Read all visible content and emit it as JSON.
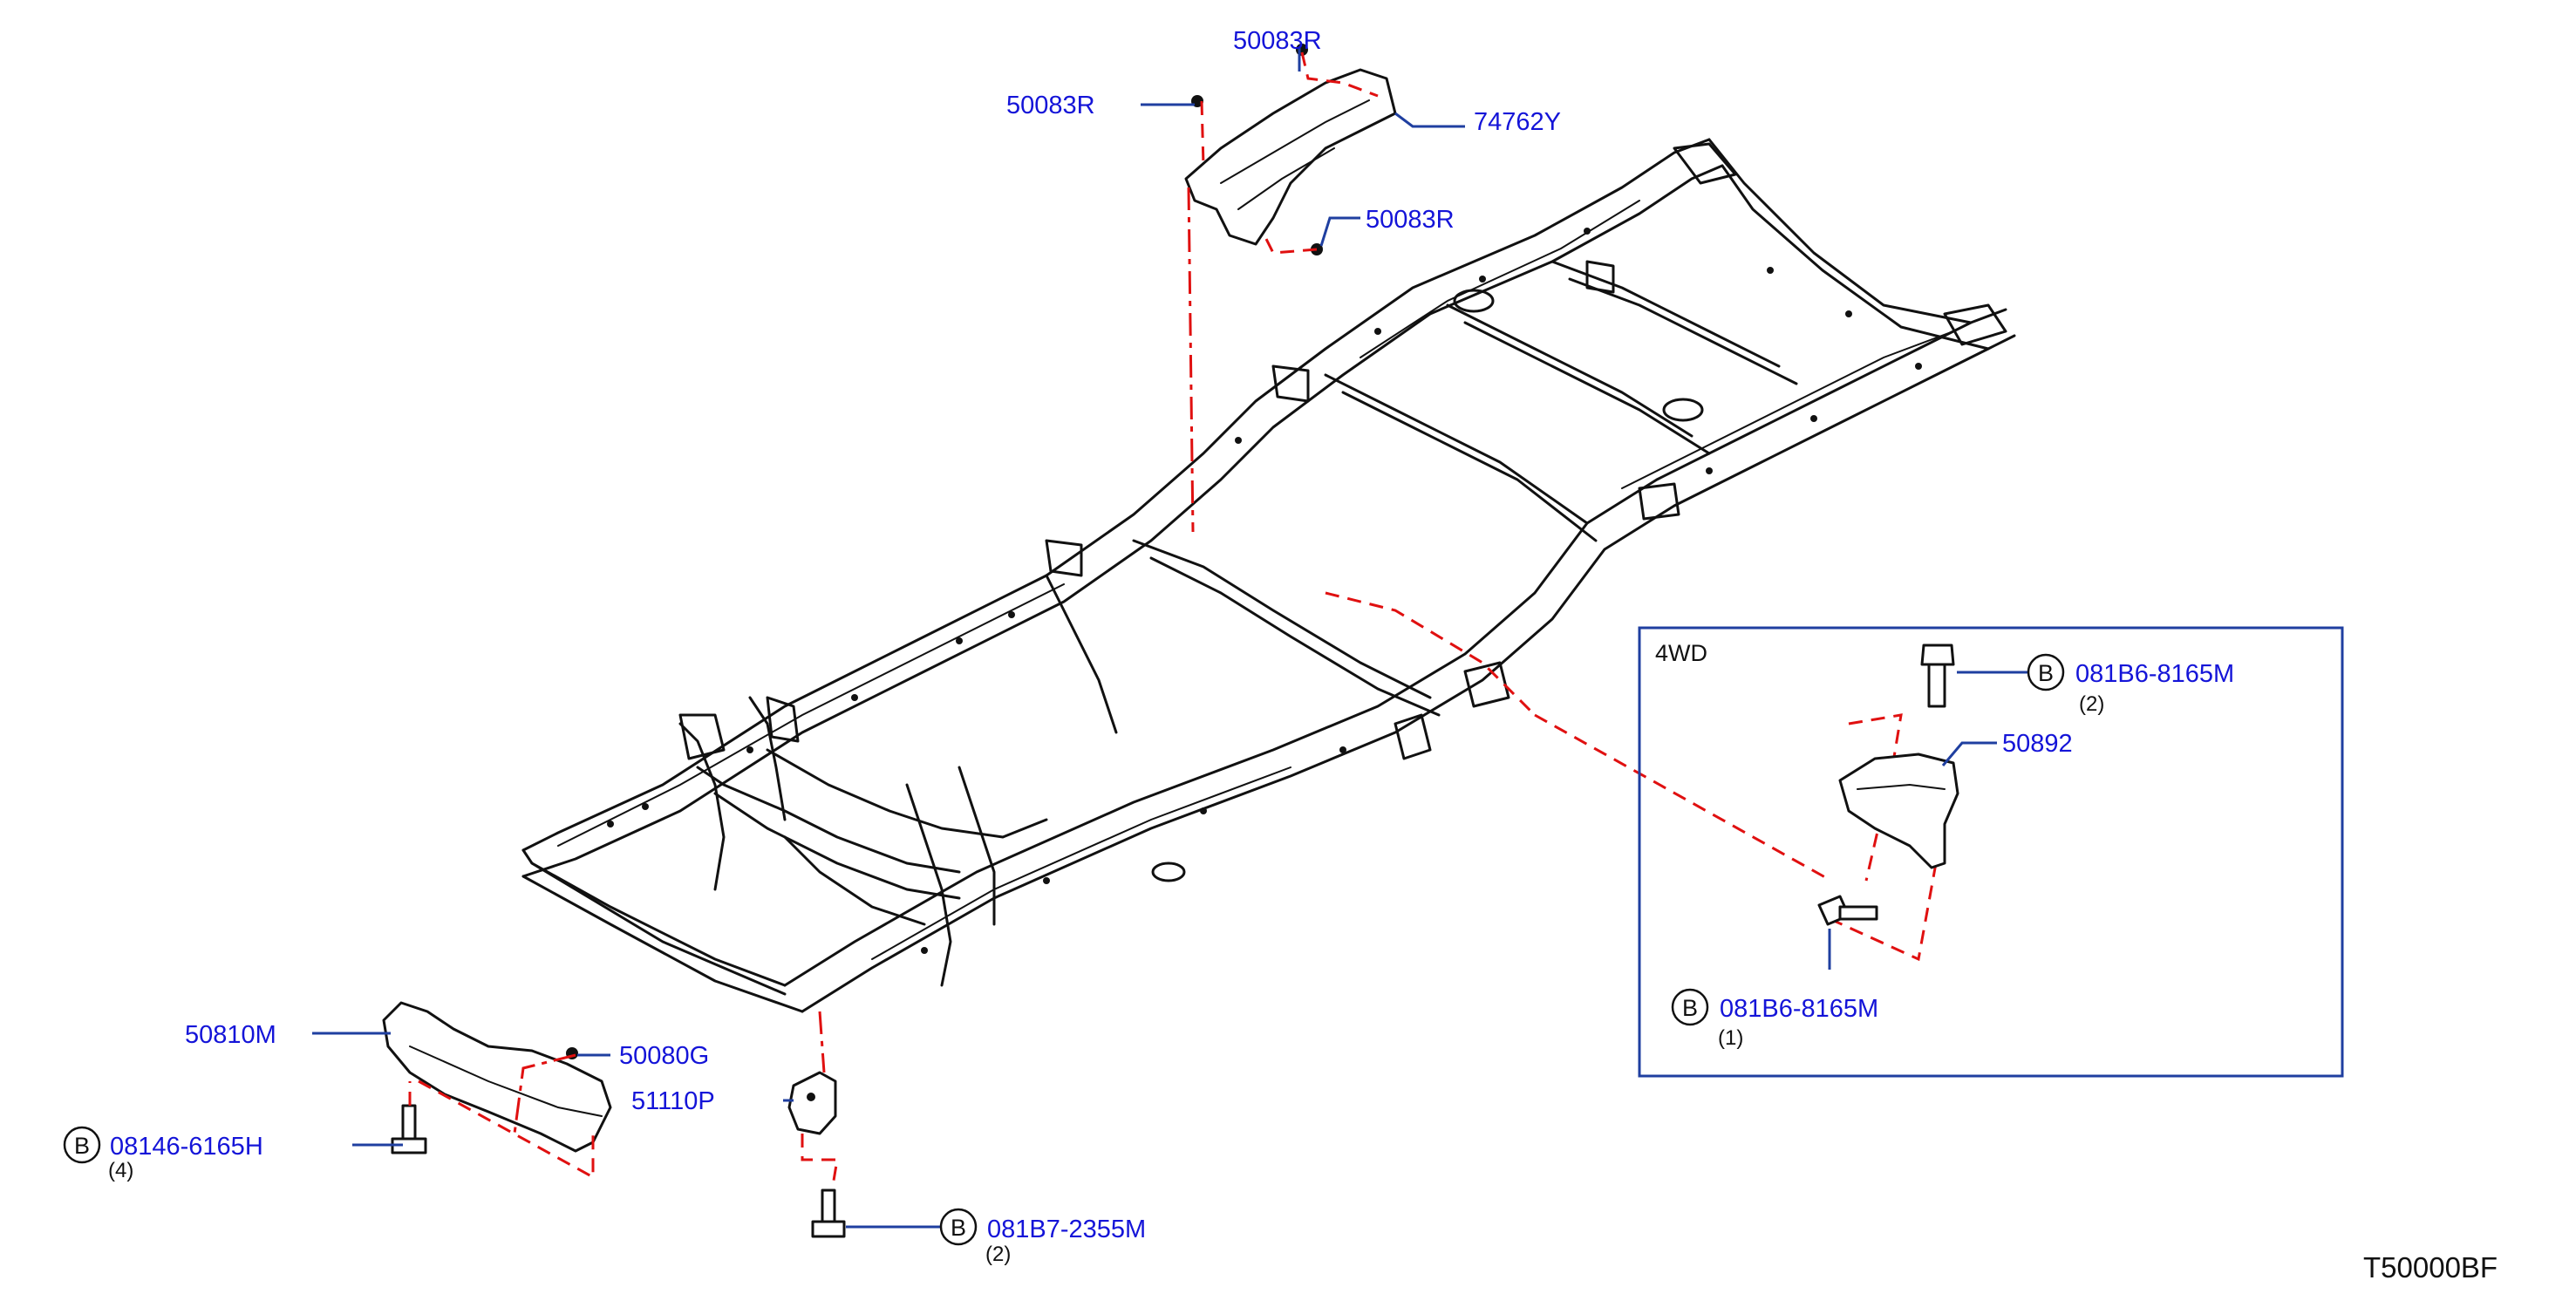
{
  "callouts": {
    "p_50083r_top": "50083R",
    "p_50083r_left": "50083R",
    "p_74762y": "74762Y",
    "p_50083r_mid": "50083R",
    "p_50810m": "50810M",
    "p_50080g": "50080G",
    "p_51110p": "51110P",
    "p_08146": "08146-6165H",
    "p_08146_qty": "(4)",
    "p_081b7": "081B7-2355M",
    "p_081b7_qty": "(2)",
    "badge_letter": "B"
  },
  "inset": {
    "label": "4WD",
    "bolt_upper": "081B6-8165M",
    "bolt_upper_qty": "(2)",
    "bracket": "50892",
    "bolt_lower": "081B6-8165M",
    "bolt_lower_qty": "(1)"
  },
  "diagram_code": "T50000BF",
  "colors": {
    "callout_text": "#1414d8",
    "leader_line": "#1f3fa0",
    "indicator_dash": "#e01010",
    "inset_border": "#1f3fa0"
  }
}
